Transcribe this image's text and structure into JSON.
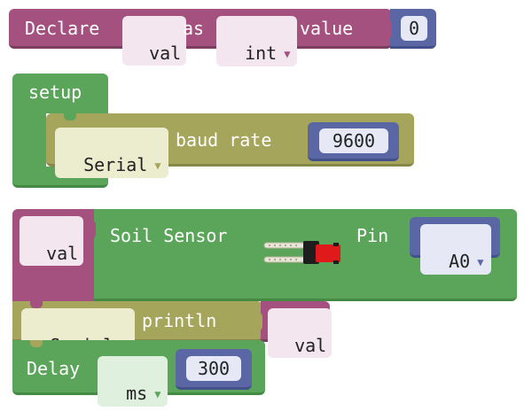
{
  "declare_block": {
    "label_declare": "Declare",
    "var_name": "val",
    "label_as": "as",
    "type": "int",
    "label_value": "value",
    "initial_value": "0"
  },
  "setup_block": {
    "label": "setup",
    "serial_port": "Serial",
    "label_baud": "baud rate",
    "baud_value": "9600"
  },
  "soil_block": {
    "target_var": "val",
    "label": "Soil Sensor",
    "label_pin": "Pin",
    "pin": "A0"
  },
  "println_block": {
    "serial_port": "Serial",
    "label": "println",
    "value_var": "val"
  },
  "delay_block": {
    "label": "Delay",
    "unit": "ms",
    "value": "300"
  },
  "colors": {
    "variable": "#a5517f",
    "math": "#5b67a5",
    "control": "#5ba55b",
    "serial": "#a5a55b",
    "dropdown_caret": "#ffffff"
  },
  "icons": {
    "dropdown": "dropdown-caret-icon",
    "sensor": "soil-moisture-sensor-icon"
  }
}
